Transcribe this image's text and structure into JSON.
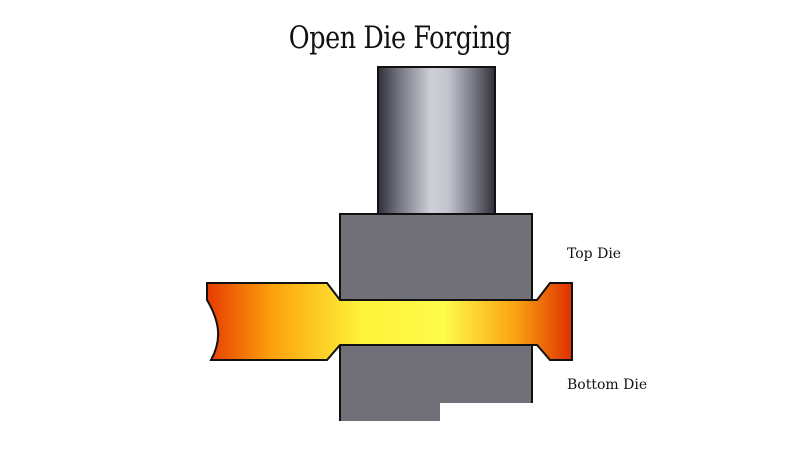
{
  "title": "Open Die Forging",
  "labels": {
    "top_die": "Top Die",
    "bottom_die": "Bottom Die"
  },
  "colors": {
    "die_gray": "#717079",
    "ram_light": "#c9c9d1",
    "ram_dark": "#3a3a44",
    "hot_red": "#e23a00",
    "hot_orange": "#f79a0a",
    "hot_yellow": "#fffb45",
    "outline": "#111111"
  },
  "components": [
    "ram",
    "top-die",
    "workpiece",
    "bottom-die"
  ]
}
